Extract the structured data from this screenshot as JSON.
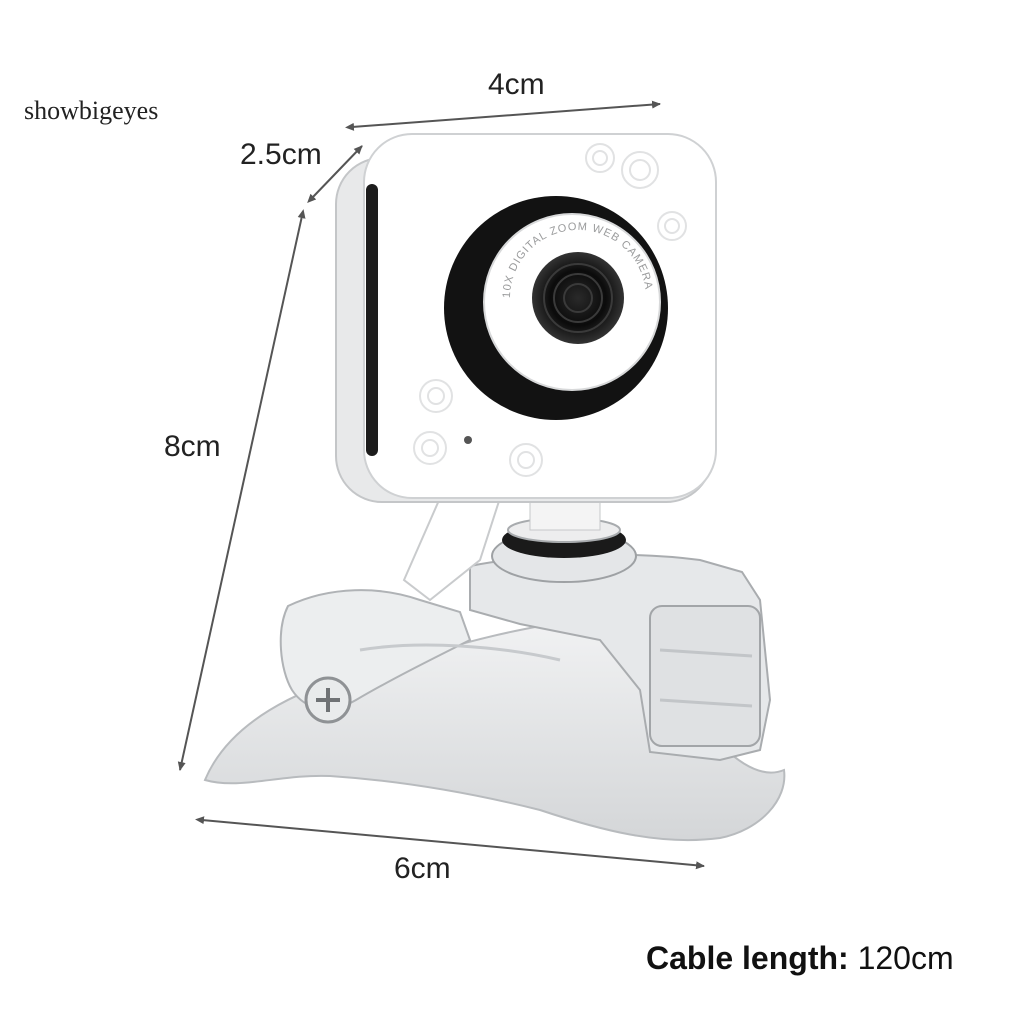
{
  "brand_watermark": "showbigeyes",
  "dimensions": {
    "width_label": "4cm",
    "depth_label": "2.5cm",
    "height_label": "8cm",
    "base_label": "6cm"
  },
  "cable": {
    "label": "Cable length:",
    "value": "120cm"
  },
  "lens_ring_text": "10X DIGITAL ZOOM WEB CAMERA",
  "colors": {
    "body": "#ffffff",
    "lens_ring": "#111111",
    "clip": "#e8eaec",
    "dimension_line": "#555555"
  }
}
